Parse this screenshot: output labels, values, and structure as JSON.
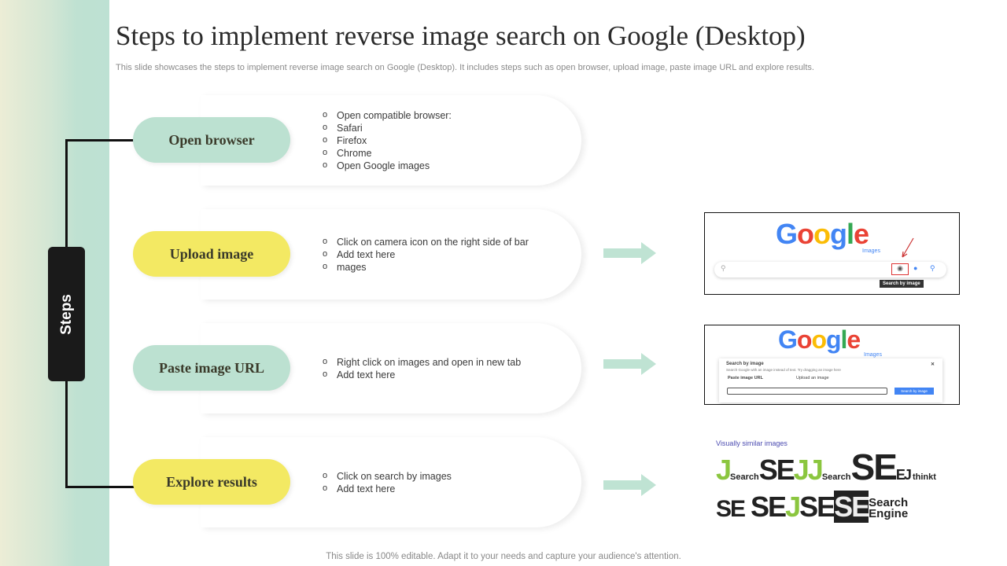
{
  "title": "Steps to implement reverse image search on Google (Desktop)",
  "subtitle": "This slide showcases the steps to implement reverse image search on Google (Desktop). It includes steps such as open browser, upload image, paste image URL and explore results.",
  "steps_label": "Steps",
  "steps": [
    {
      "label": "Open browser",
      "color": "#bce1d1",
      "bullets": [
        "Open compatible browser:",
        "Safari",
        "Firefox",
        "Chrome",
        "Open Google images"
      ]
    },
    {
      "label": "Upload image",
      "color": "#f3e963",
      "bullets": [
        "Click on camera icon on the right side of bar",
        "Add text here",
        "mages"
      ]
    },
    {
      "label": "Paste image URL",
      "color": "#bce1d1",
      "bullets": [
        "Right click on images and open in new tab",
        "Add text here"
      ]
    },
    {
      "label": "Explore results",
      "color": "#f3e963",
      "bullets": [
        "Click on search by images",
        "Add text here"
      ]
    }
  ],
  "screens": {
    "logo": "Google",
    "logo_sub": "Images",
    "tooltip": "Search by image",
    "dialog_title": "Search by image",
    "dialog_desc": "Search Google with an image instead of text. Try dragging an image here",
    "tab_paste": "Paste image URL",
    "tab_upload": "Upload an image",
    "search_button": "Search by image",
    "similar_label": "Visually similar images"
  },
  "footer": "This slide is 100% editable. Adapt it to your needs and capture your audience's attention."
}
